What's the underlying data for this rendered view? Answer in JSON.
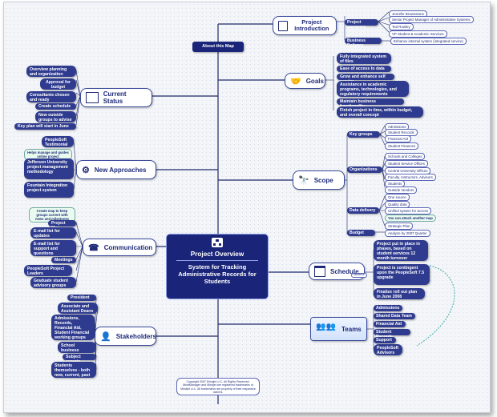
{
  "about_label": "About this Map",
  "center": {
    "title": "Project Overview",
    "subtitle": "System for Tracking Administrative Records for Students"
  },
  "copyright": "Copyright 2007 Mindjet LLC. All Rights Reserved. MindManager and Mindjet are registered trademarks of Mindjet LLC. All trademarks are property of their respective owners.",
  "introduction": {
    "title": "Project Introduction",
    "sponsors_label": "Project sponsors",
    "sponsors": [
      "Jennifer Brownstone",
      "Senior Project Manager of Administrative Systems",
      "Ted Rowley",
      "VP Student & Academic Services"
    ],
    "delivery_label": "Business Delivery",
    "delivery": "Enhance internal system (integrated service)"
  },
  "goals": {
    "title": "Goals",
    "items": [
      "Fully integrated system of files",
      "Ease of access to data",
      "Grow and enhance self service",
      "Assistance in academic programs, technologies, and regulatory requirements",
      "Maintain business functionality",
      "Finish project in time, within budget, and overall concept"
    ]
  },
  "scope": {
    "title": "Scope",
    "key_groups_label": "Key groups",
    "key_groups": [
      "Admissions",
      "Student Records",
      "Financial Aid",
      "Student Finances"
    ],
    "organizations_label": "Organizations",
    "organizations": [
      "Schools and Colleges",
      "Student Service Offices",
      "Central University Offices",
      "Faculty, Instructors, Advisors",
      "Students",
      "Outside Vendors"
    ],
    "data_delivery_label": "Data delivery",
    "data_delivery": [
      "One source",
      "Quality data",
      "Unified system for access"
    ],
    "attach_note": "You can attach another map",
    "strategic_plan": "Strategic Plan",
    "budget_label": "Budget",
    "budget": "Analyze by 2007 Quarter"
  },
  "schedule": {
    "title": "Schedule",
    "items": [
      "Project put in place in phases, based on student services 12 month turnover",
      "Project is contingent upon the PeopleSoft 7.5 upgrade",
      "Finalize roll out plan in June 2008"
    ],
    "mini_tag": "Milestone"
  },
  "teams": {
    "title": "Teams",
    "items": [
      "Admissions",
      "Shared Data Team",
      "Financial Aid",
      "Student Records",
      "Support",
      "PeopleSoft Advisors"
    ]
  },
  "current_status": {
    "title": "Current Status",
    "items": [
      "Overview planning and organization",
      "Approval for budget",
      "Consultants chosen and ready",
      "Create schedule",
      "New outside groups to advise",
      "Key plan will start in June"
    ]
  },
  "new_approaches": {
    "title": "New Approaches",
    "items": [
      "PeopleSoft Testimonial",
      "Jefferson University project management methodology",
      "Fountain Integration project system"
    ],
    "note": "Helps manage and guides online project"
  },
  "communication": {
    "title": "Communication",
    "note": "Create map to keep groups current with news and milestones",
    "items": [
      "Project Map",
      "E-mail list for updates",
      "E-mail list for support and questions",
      "Meetings",
      "PeopleSoft Project Leaders",
      "Graduate student advisory groups"
    ]
  },
  "stakeholders": {
    "title": "Stakeholders",
    "items": [
      "President",
      "Associate and Assistant Deans",
      "Admissions, Records, Financial Aid, Student Financial working groups",
      "School business officers",
      "Subject experts",
      "Students themselves - both new, current, past"
    ]
  },
  "colors": {
    "node": "#2f3b8e",
    "center": "#1a2478",
    "line": "#1f2b6a",
    "bg": "#f3f5f9"
  }
}
